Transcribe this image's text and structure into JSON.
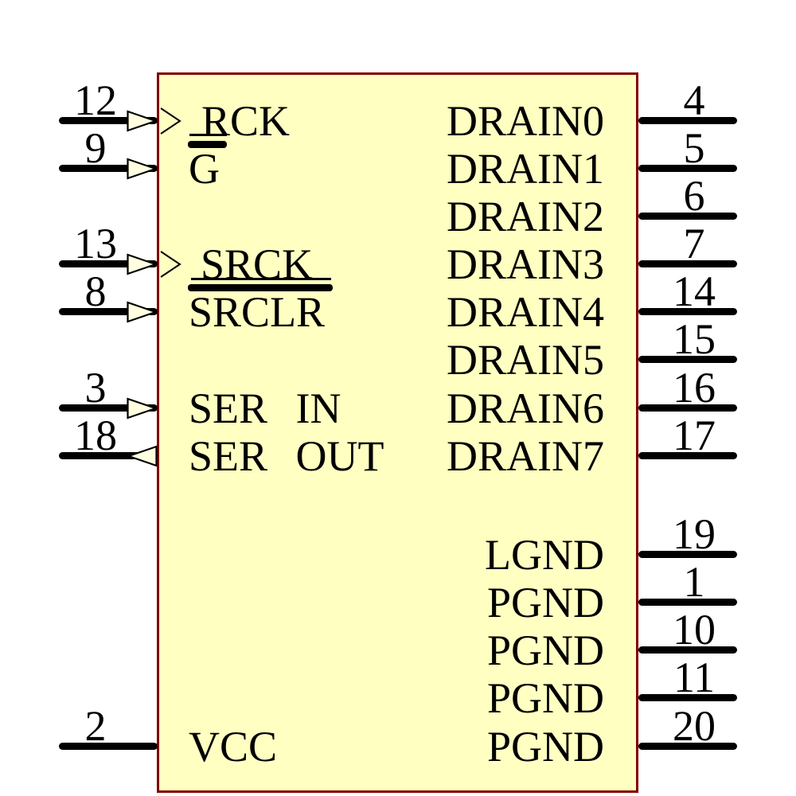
{
  "symbol": {
    "kind": "power-shift-register-ic-symbol",
    "colors": {
      "body_fill": "#FFFFC2",
      "body_border": "#800000",
      "arrow_fill": "#FFFFE0",
      "wire": "#000000",
      "background": "#FFFFFF"
    },
    "left_pins": [
      {
        "number": "12",
        "label": "RCK",
        "direction": "input",
        "clock": true,
        "active_low": false
      },
      {
        "number": "9",
        "label": "G",
        "direction": "input",
        "clock": false,
        "active_low": true
      },
      {
        "number": "13",
        "label": "SRCK",
        "direction": "input",
        "clock": true,
        "active_low": false
      },
      {
        "number": "8",
        "label": "SRCLR",
        "direction": "input",
        "clock": false,
        "active_low": true
      },
      {
        "number": "3",
        "label": "SER IN",
        "direction": "input",
        "clock": false,
        "active_low": false
      },
      {
        "number": "18",
        "label": "SER OUT",
        "direction": "output",
        "clock": false,
        "active_low": false
      },
      {
        "number": "2",
        "label": "VCC",
        "direction": "power",
        "clock": false,
        "active_low": false
      }
    ],
    "right_pins": [
      {
        "number": "4",
        "label": "DRAIN0"
      },
      {
        "number": "5",
        "label": "DRAIN1"
      },
      {
        "number": "6",
        "label": "DRAIN2"
      },
      {
        "number": "7",
        "label": "DRAIN3"
      },
      {
        "number": "14",
        "label": "DRAIN4"
      },
      {
        "number": "15",
        "label": "DRAIN5"
      },
      {
        "number": "16",
        "label": "DRAIN6"
      },
      {
        "number": "17",
        "label": "DRAIN7"
      },
      {
        "number": "19",
        "label": "LGND"
      },
      {
        "number": "1",
        "label": "PGND"
      },
      {
        "number": "10",
        "label": "PGND"
      },
      {
        "number": "11",
        "label": "PGND"
      },
      {
        "number": "20",
        "label": "PGND"
      }
    ]
  }
}
